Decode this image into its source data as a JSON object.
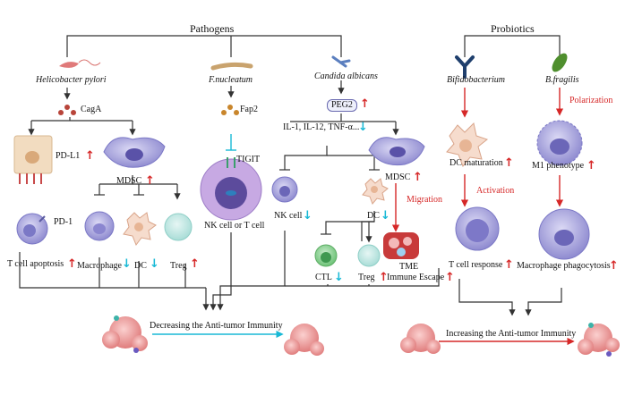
{
  "headers": {
    "pathogens": "Pathogens",
    "probiotics": "Probiotics"
  },
  "organisms": {
    "h_pylori": "Helicobacter pylori",
    "f_nucleatum": "F.nucleatum",
    "c_albicans": "Candida albicans",
    "bifidobacterium": "Bifidobacterium",
    "b_fragilis": "B.fragilis"
  },
  "factors": {
    "caga": "CagA",
    "fap2": "Fap2",
    "tigit": "TIGIT",
    "peg2": "PEG2"
  },
  "labels": {
    "pd_l1": "PD-L1",
    "pd_1": "PD-1",
    "mdsc_left": "MDSC",
    "t_cell_apoptosis": "T cell apoptosis",
    "macrophage": "Macrophage",
    "dc_left": "DC",
    "treg_left": "Treg",
    "nk_or_t_cell": "NK cell or T cell",
    "cytokines": "IL-1, IL-12, TNF-α...",
    "mdsc_right": "MDSC",
    "migration": "Migration",
    "nk_cell": "NK cell",
    "dc_mid": "DC",
    "ctl": "CTL",
    "treg_mid": "Treg",
    "tme_line1": "TME",
    "tme_line2": "Immune Escape",
    "dc_maturation": "DC maturation",
    "activation": "Activation",
    "t_cell_response": "T cell response",
    "polarization": "Polarization",
    "m1_phenotype": "M1 phenotype",
    "macrophage_phagocytosis": "Macrophage phagocytosis"
  },
  "outcomes": {
    "decreasing": "Decreasing the Anti-tumor Immunity",
    "increasing": "Increasing the Anti-tumor Immunity"
  },
  "indicators": {
    "up": "↑",
    "down": "↓"
  },
  "colors": {
    "increase": "#d62828",
    "decrease": "#18b9d6",
    "cell_purple": "#7b78c6",
    "cell_light": "#c9c7ee",
    "tumor": "#e88b8b",
    "line": "#333333"
  }
}
